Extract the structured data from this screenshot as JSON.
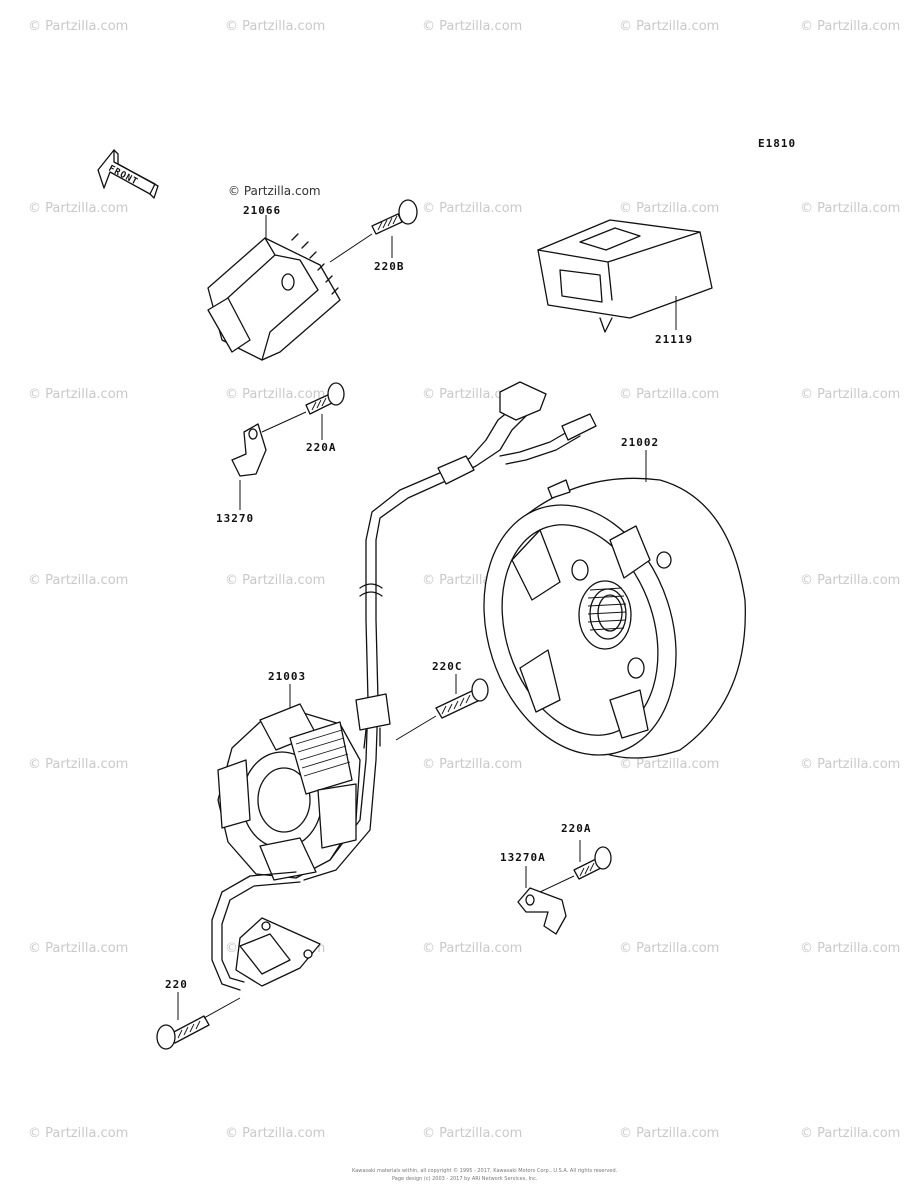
{
  "diagram_code": "E1810",
  "front_label": "FRONT",
  "copyright_mark": "© Partzilla.com",
  "watermark": "© Partzilla.com",
  "footer_lines": [
    "Kawasaki materials within, all copyright © 1995 - 2017, Kawasaki Motors Corp., U.S.A. All rights reserved.",
    "Page design (c) 2003 - 2017 by ARI Network Services, Inc."
  ],
  "parts": [
    {
      "id": "regulator",
      "number": "21066"
    },
    {
      "id": "bolt-b",
      "number": "220B"
    },
    {
      "id": "cdi-unit",
      "number": "21119"
    },
    {
      "id": "bolt-a-upper",
      "number": "220A"
    },
    {
      "id": "clamp",
      "number": "13270"
    },
    {
      "id": "rotor",
      "number": "21002"
    },
    {
      "id": "bolt-c",
      "number": "220C"
    },
    {
      "id": "stator",
      "number": "21003"
    },
    {
      "id": "bolt-a-lower",
      "number": "220A"
    },
    {
      "id": "clamp-a",
      "number": "13270A"
    },
    {
      "id": "bolt",
      "number": "220"
    }
  ]
}
